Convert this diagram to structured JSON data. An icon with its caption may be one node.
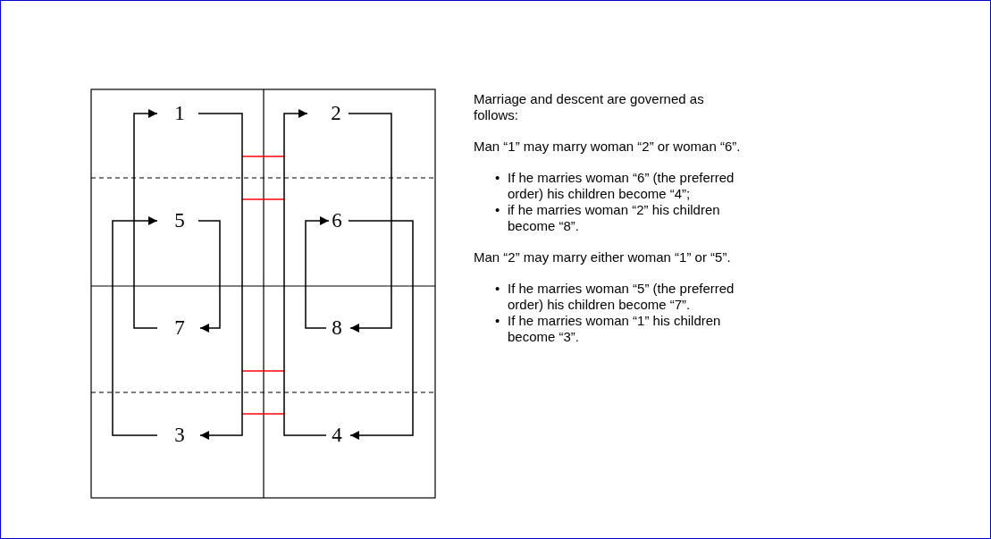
{
  "diagram": {
    "nodes": [
      {
        "text": [
          "1"
        ]
      },
      {
        "text": [
          "2"
        ]
      },
      {
        "text": [
          "5"
        ]
      },
      {
        "text": [
          "6"
        ]
      },
      {
        "text": [
          "7"
        ]
      },
      {
        "text": [
          "8"
        ]
      },
      {
        "text": [
          "3"
        ]
      },
      {
        "text": [
          "4"
        ]
      }
    ],
    "edges": [
      {
        "from": 0,
        "to": 6,
        "arrow": "to"
      },
      {
        "from": 4,
        "to": 0,
        "arrow": "to"
      },
      {
        "from": 2,
        "to": 4,
        "arrow": "to"
      },
      {
        "from": 6,
        "to": 2,
        "arrow": "to"
      },
      {
        "from": 1,
        "to": 5,
        "arrow": "to"
      },
      {
        "from": 5,
        "to": 3,
        "arrow": "to"
      },
      {
        "from": 3,
        "to": 7,
        "arrow": "to"
      },
      {
        "from": 7,
        "to": 1,
        "arrow": "to"
      }
    ],
    "labels": [
      "Marriage and descent are governed as follows:",
      "Man “1” may marry woman “2” or woman “6”.",
      "•",
      "If he marries woman “6” (the preferred order) his children become “4”;",
      "•",
      "if he marries woman “2” his children become “8”.",
      "Man “2” may marry either woman “1” or “5”.",
      "•",
      "If he marries woman “5” (the preferred order) his children become “7”.",
      "•",
      "If he marries woman “1” his children become “3”."
    ]
  }
}
